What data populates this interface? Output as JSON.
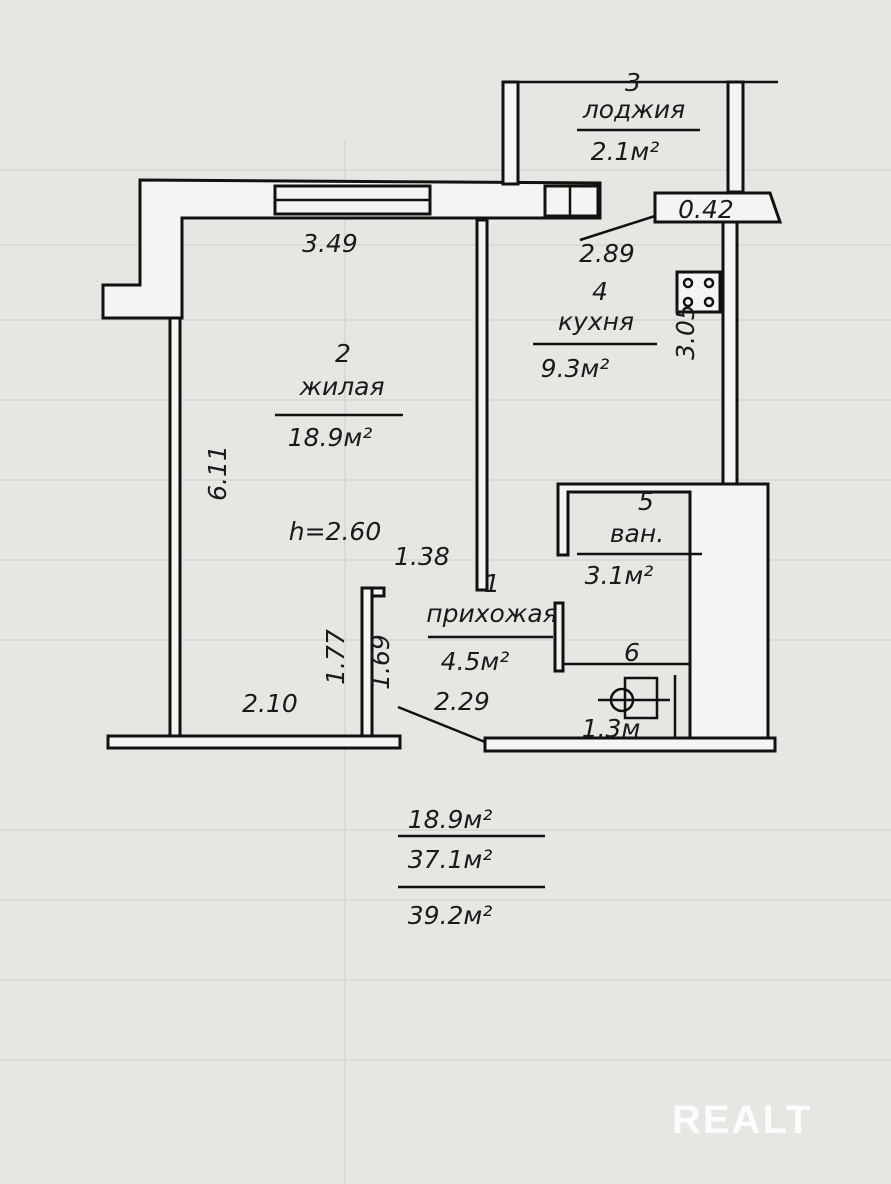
{
  "rooms": [
    {
      "number": "1",
      "name": "прихожая",
      "area": "4.5м²"
    },
    {
      "number": "2",
      "name": "жилая",
      "area": "18.9м²"
    },
    {
      "number": "3",
      "name": "лоджия",
      "area": "2.1м²"
    },
    {
      "number": "4",
      "name": "кухня",
      "area": "9.3м²"
    },
    {
      "number": "5",
      "name": "ван.",
      "area": "3.1м²"
    },
    {
      "number": "6",
      "name": "",
      "area": "1.3м"
    }
  ],
  "ceiling_height": "h=2.60",
  "dimensions": {
    "living_width": "3.49",
    "living_length": "6.11",
    "living_bottom": "2.10",
    "hall_1": "1.38",
    "hall_2": "1.77",
    "hall_3": "1.69",
    "hall_4": "2.29",
    "kitchen_width": "2.89",
    "kitchen_length": "3.05",
    "loggia_depth": "0.42"
  },
  "totals": {
    "living_area": "18.9м²",
    "total_area": "37.1м²",
    "total_with_loggia": "39.2м²"
  },
  "watermark": "REALT"
}
